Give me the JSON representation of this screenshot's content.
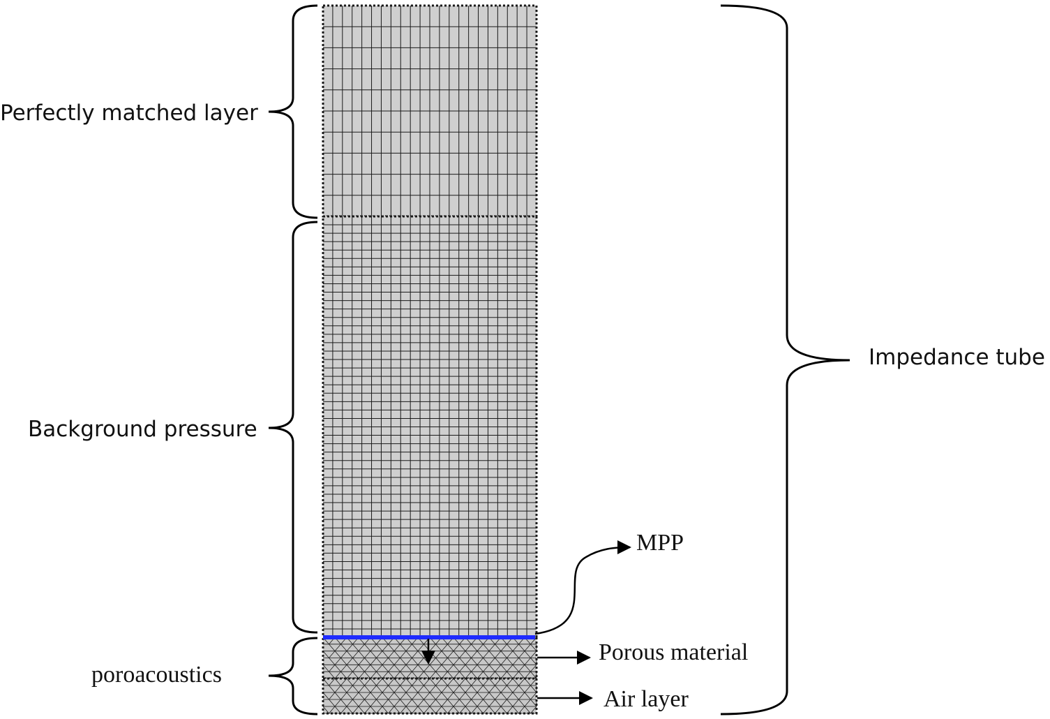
{
  "labels": {
    "pml": "Perfectly matched layer",
    "background": "Background pressure",
    "poro": "poroacoustics",
    "impedance": "Impedance tube",
    "mpp": "MPP",
    "porous": "Porous material",
    "air": "Air layer"
  },
  "colors": {
    "mesh_fill": "#cfcfcf",
    "mesh_line": "#1a1a1a",
    "mpp_line": "#1f2bff"
  }
}
